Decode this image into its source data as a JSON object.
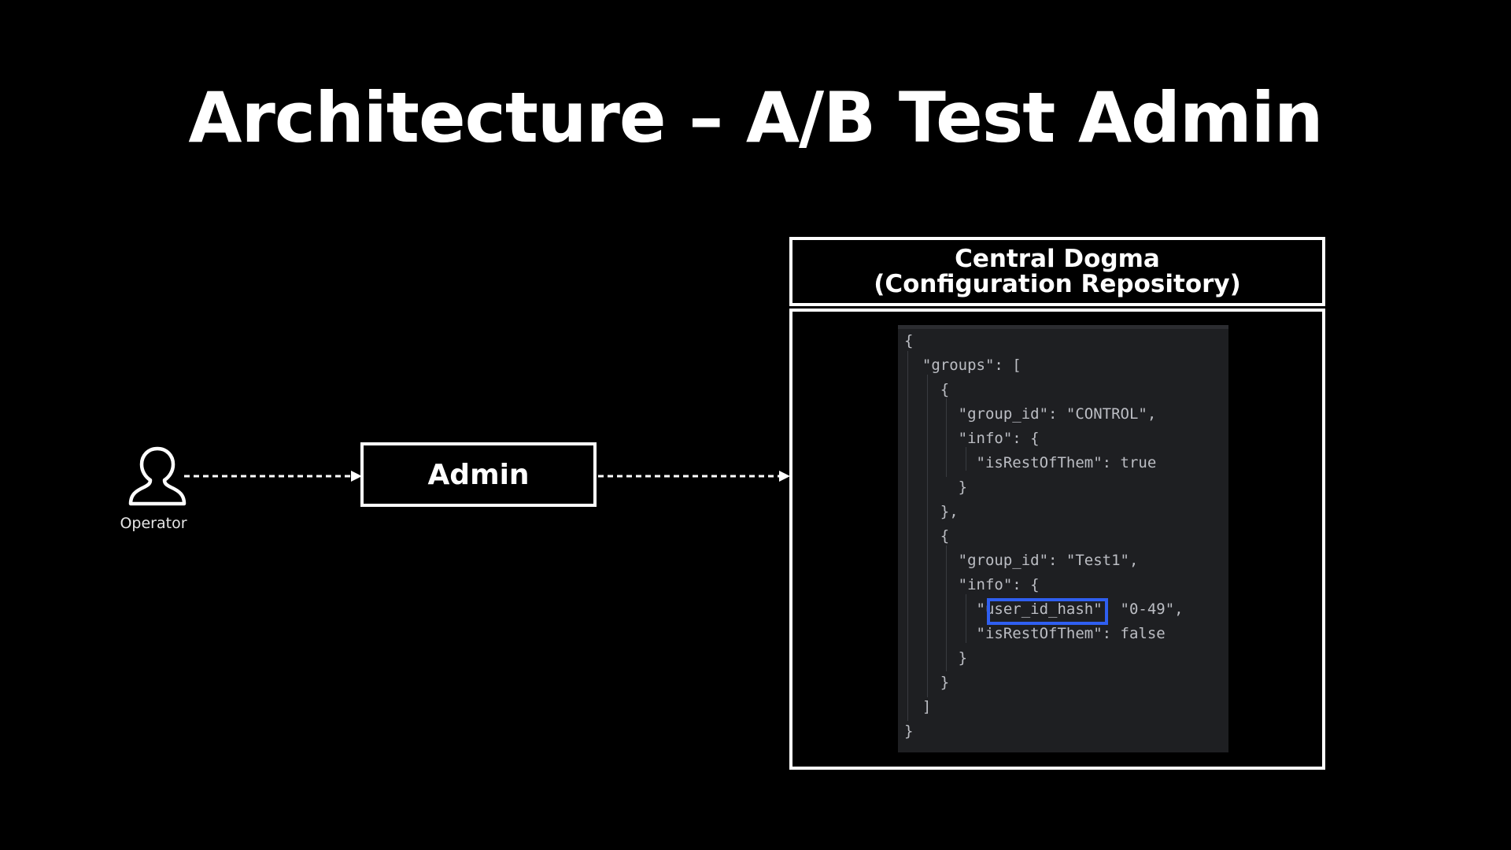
{
  "slide": {
    "title": "Architecture – A/B Test Admin"
  },
  "diagram": {
    "operator": {
      "label": "Operator",
      "icon": "person-outline-icon"
    },
    "admin_box": {
      "label": "Admin"
    },
    "central_dogma": {
      "title": "Central Dogma",
      "subtitle": "(Configuration Repository)"
    },
    "code": {
      "lines": [
        "{",
        "  \"groups\": [",
        "    {",
        "      \"group_id\": \"CONTROL\",",
        "      \"info\": {",
        "        \"isRestOfThem\": true",
        "      }",
        "    },",
        "    {",
        "      \"group_id\": \"Test1\",",
        "      \"info\": {",
        "        \"user_id_hash\": \"0-49\",",
        "        \"isRestOfThem\": false",
        "      }",
        "    }",
        "  ]",
        "}"
      ],
      "highlighted_key": "user_id_hash",
      "highlight_color": "#2f5ff0"
    },
    "colors": {
      "background": "#000000",
      "foreground": "#ffffff",
      "code_background": "#1e1f22",
      "code_text": "#bcbec4"
    }
  }
}
